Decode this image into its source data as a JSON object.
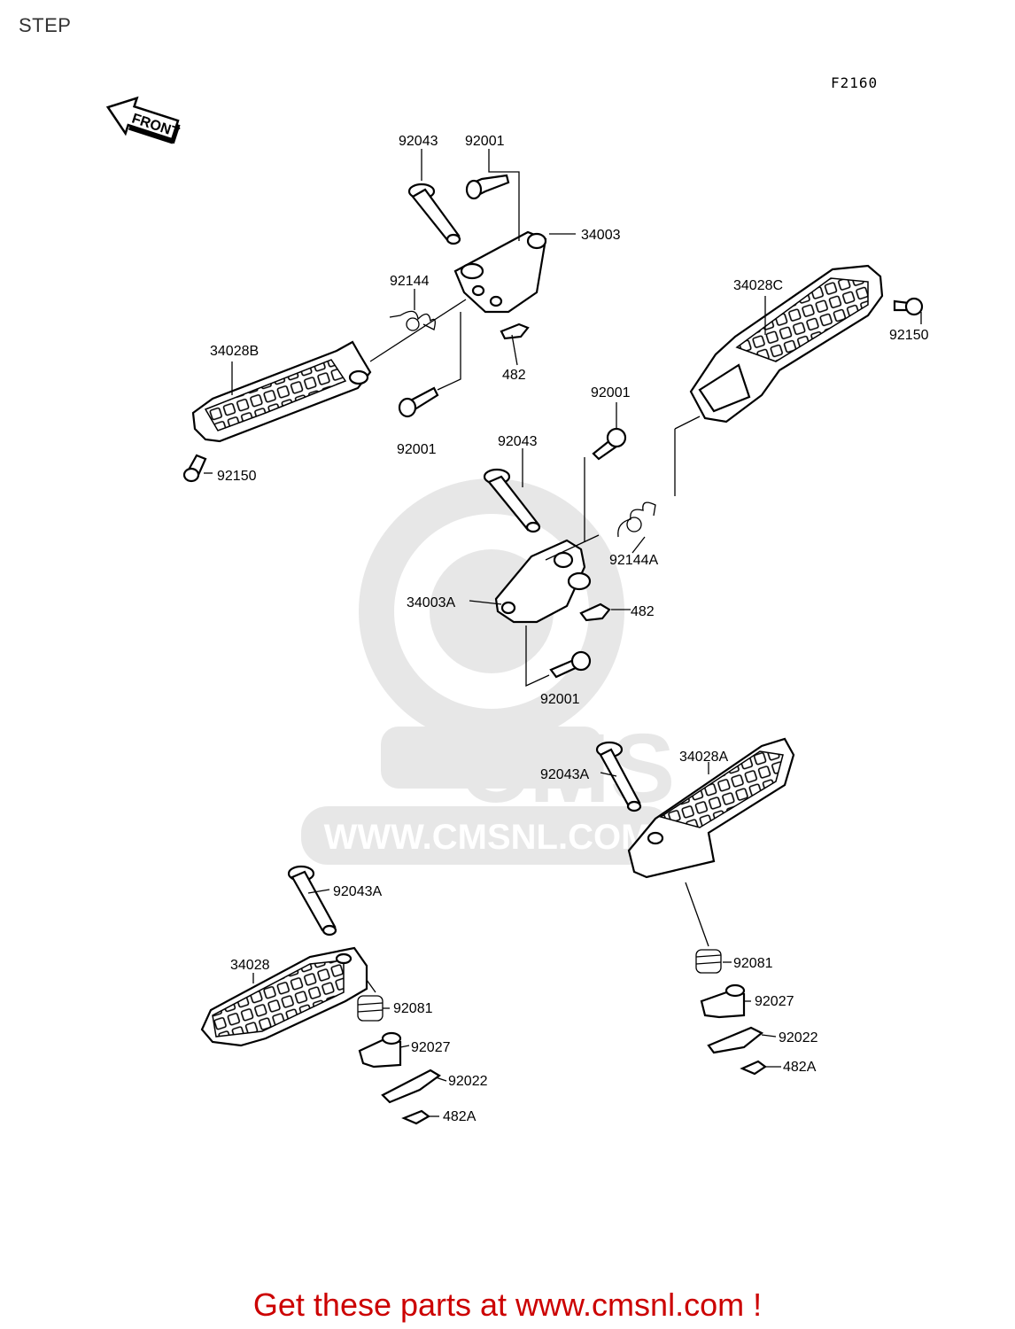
{
  "page": {
    "title": "STEP"
  },
  "figure": {
    "code": "F2160",
    "direction_label": "FRONT"
  },
  "watermark": {
    "brand": "CMS",
    "url": "WWW.CMSNL.COM"
  },
  "footer": {
    "text": "Get these parts at www.cmsnl.com !",
    "color": "#cc0000"
  },
  "parts": {
    "p92043_top": "92043",
    "p92001_top": "92001",
    "p34003": "34003",
    "p92144": "92144",
    "p34028C": "34028C",
    "p92150_right": "92150",
    "p34028B": "34028B",
    "p482_top": "482",
    "p92001_mid": "92001",
    "p92001_rmid": "92001",
    "p92043_mid": "92043",
    "p92150_left": "92150",
    "p92144A": "92144A",
    "p34003A": "34003A",
    "p482_mid": "482",
    "p92001_low": "92001",
    "p34028A": "34028A",
    "p92043A_right": "92043A",
    "p92043A_left": "92043A",
    "p34028": "34028",
    "p92081_left": "92081",
    "p92027_left": "92027",
    "p92022_left": "92022",
    "p482A_left": "482A",
    "p92081_right": "92081",
    "p92027_right": "92027",
    "p92022_right": "92022",
    "p482A_right": "482A"
  }
}
